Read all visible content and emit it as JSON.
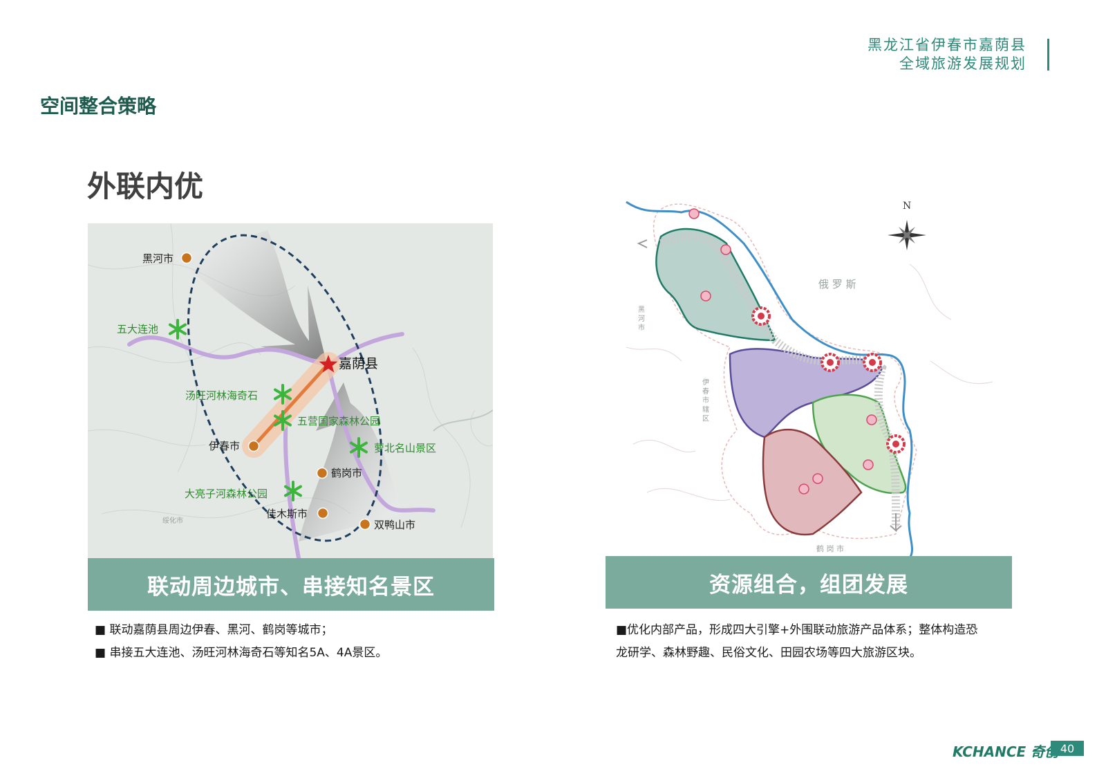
{
  "header": {
    "line1": "黑龙江省伊春市嘉荫县",
    "line2": "全域旅游发展规划"
  },
  "section_title": "空间整合策略",
  "main_title": "外联内优",
  "left_map": {
    "cities": {
      "heihe": "黑河市",
      "yichun": "伊春市",
      "hegang": "鹤岗市",
      "jiamusi": "佳木斯市",
      "shuangyashan": "双鸭山市",
      "suihua": "绥化市"
    },
    "center": "嘉荫县",
    "scenic": {
      "wudalianchi": "五大连池",
      "tangwanghe": "汤旺河林海奇石",
      "wuying": "五营国家森林公园",
      "luobei": "萝北名山景区",
      "daliangzihe": "大亮子河森林公园"
    },
    "colors": {
      "road": "#c3a6dc",
      "axis": "#e27b3b",
      "ellipse": "#1f3d5c",
      "city": "#c8731e",
      "scenic": "#3cb53c",
      "star": "#d42020"
    }
  },
  "right_map": {
    "compass": "N",
    "russia": "俄 罗 斯",
    "left_city": "黑 河 市",
    "yichun_district": "伊 春 市 辖 区",
    "hegang": "鹤 岗 市",
    "colors": {
      "zone_teal": "#b9d2cc",
      "zone_purple": "#bdb3da",
      "zone_green": "#d1e6cb",
      "zone_pink": "#e1b9bd",
      "engine": "#d43a4a",
      "river": "#3e8ec9"
    }
  },
  "left_banner": "联动周边城市、串接知名景区",
  "right_banner": "资源组合，组团发展",
  "left_bullets": [
    "■ 联动嘉荫县周边伊春、黑河、鹤岗等城市；",
    "■ 串接五大连池、汤旺河林海奇石等知名5A、4A景区。"
  ],
  "right_bullets": [
    "■优化内部产品，形成四大引擎+外围联动旅游产品体系；整体构造恐",
    "龙研学、森林野趣、民俗文化、田园农场等四大旅游区块。"
  ],
  "footer": {
    "brand": "KCHANCE 奇创",
    "page": "40"
  }
}
